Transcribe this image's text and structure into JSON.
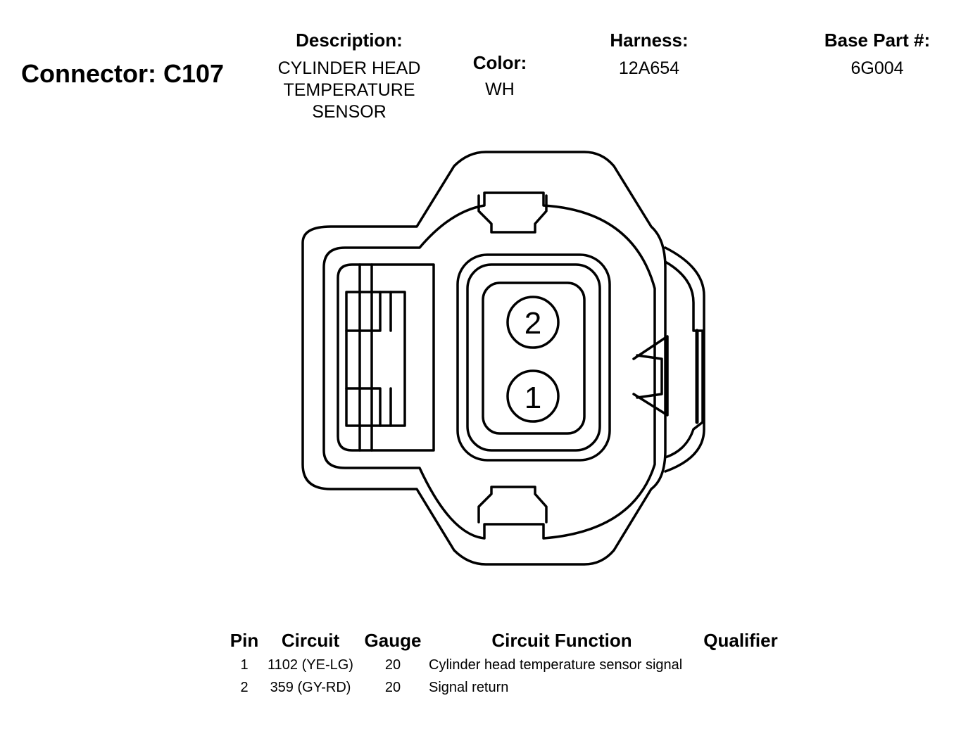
{
  "connector": {
    "title": "Connector: C107"
  },
  "header": {
    "description_label": "Description:",
    "description_lines": [
      "CYLINDER HEAD",
      "TEMPERATURE",
      "SENSOR"
    ],
    "color_label": "Color:",
    "color_value": "WH",
    "harness_label": "Harness:",
    "harness_value": "12A654",
    "base_part_label": "Base Part #:",
    "base_part_value": "6G004"
  },
  "diagram": {
    "pins": [
      {
        "label": "2"
      },
      {
        "label": "1"
      }
    ]
  },
  "table": {
    "headers": [
      "Pin",
      "Circuit",
      "Gauge",
      "Circuit Function",
      "Qualifier"
    ],
    "rows": [
      {
        "pin": "1",
        "circuit": "1102 (YE-LG)",
        "gauge": "20",
        "function": "Cylinder head temperature sensor signal",
        "qualifier": ""
      },
      {
        "pin": "2",
        "circuit": "359 (GY-RD)",
        "gauge": "20",
        "function": "Signal return",
        "qualifier": ""
      }
    ]
  }
}
